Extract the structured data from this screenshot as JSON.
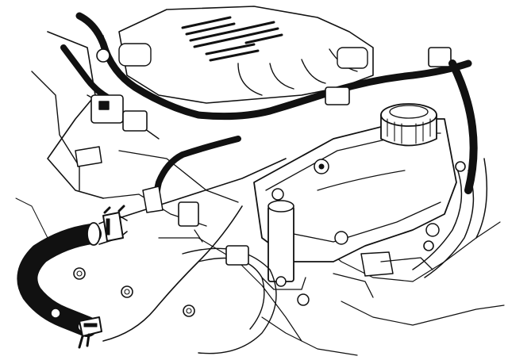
{
  "drawing": {
    "kind": "line-art",
    "colors": {
      "ink": "#111111",
      "paper": "#ffffff"
    },
    "parts": [
      "intake-manifold",
      "engine-wiring-harness",
      "valve-cover",
      "oil-filler-cap",
      "heater-hose",
      "hose-clamp-upper",
      "hose-clamp-lower",
      "engine-mount-strut",
      "throttle-cable",
      "drive-belt-pulley",
      "coolant-hoses-right"
    ]
  }
}
